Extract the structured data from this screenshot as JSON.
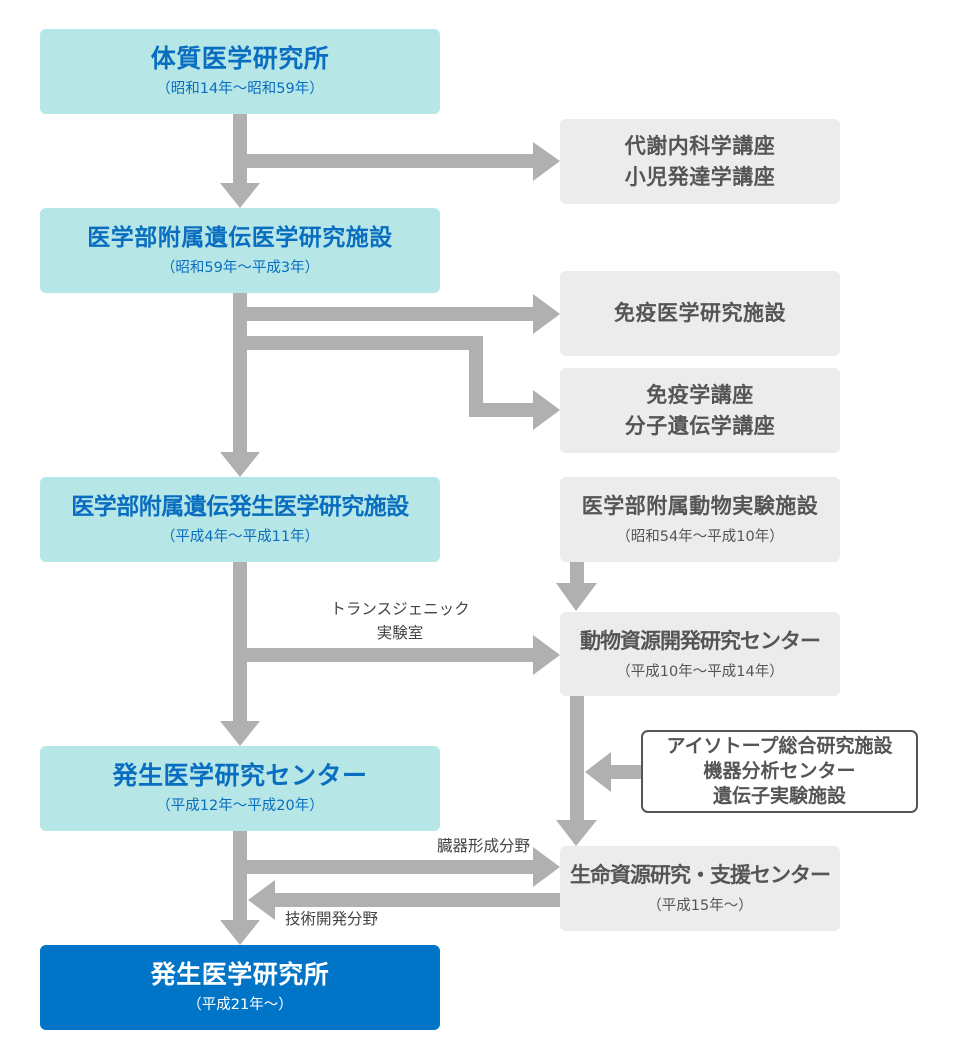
{
  "colors": {
    "teal_box": "#b6e6e6",
    "teal_text": "#0a6ec0",
    "gray_box": "#ececec",
    "gray_text": "#555555",
    "final_box": "#0074c7",
    "arrow": "#b0b0b0"
  },
  "main_lineage": [
    {
      "name": "体質医学研究所",
      "period": "（昭和14年～昭和59年）"
    },
    {
      "name": "医学部附属遺伝医学研究施設",
      "period": "（昭和59年～平成3年）"
    },
    {
      "name": "医学部附属遺伝発生医学研究施設",
      "period": "（平成4年～平成11年）"
    },
    {
      "name": "発生医学研究センター",
      "period": "（平成12年～平成20年）"
    },
    {
      "name": "発生医学研究所",
      "period": "（平成21年～）"
    }
  ],
  "branches": [
    {
      "lines": [
        "代謝内科学講座",
        "小児発達学講座"
      ]
    },
    {
      "lines": [
        "免疫医学研究施設"
      ]
    },
    {
      "lines": [
        "免疫学講座",
        "分子遺伝学講座"
      ]
    }
  ],
  "right_column": [
    {
      "name": "医学部附属動物実験施設",
      "period": "（昭和54年～平成10年）"
    },
    {
      "name": "動物資源開発研究センター",
      "period": "（平成10年～平成14年）"
    },
    {
      "name": "生命資源研究・支援センター",
      "period": "（平成15年～）"
    }
  ],
  "merged_units": {
    "lines": [
      "アイソトープ総合研究施設",
      "機器分析センター",
      "遺伝子実験施設"
    ]
  },
  "arrow_labels": {
    "transgenic": [
      "トランスジェニック",
      "実験室"
    ],
    "organ_formation": "臓器形成分野",
    "tech_dev": "技術開発分野"
  }
}
